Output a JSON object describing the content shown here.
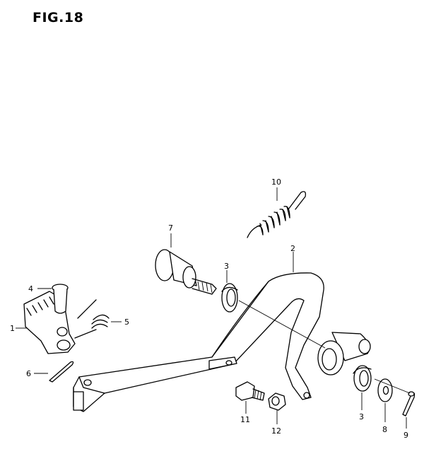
{
  "figure": {
    "title": "FIG.18"
  },
  "callouts": {
    "p1": "1",
    "p2": "2",
    "p3a": "3",
    "p3b": "3",
    "p4": "4",
    "p5": "5",
    "p6": "6",
    "p7": "7",
    "p8": "8",
    "p9": "9",
    "p10": "10",
    "p11": "11",
    "p12": "12"
  }
}
